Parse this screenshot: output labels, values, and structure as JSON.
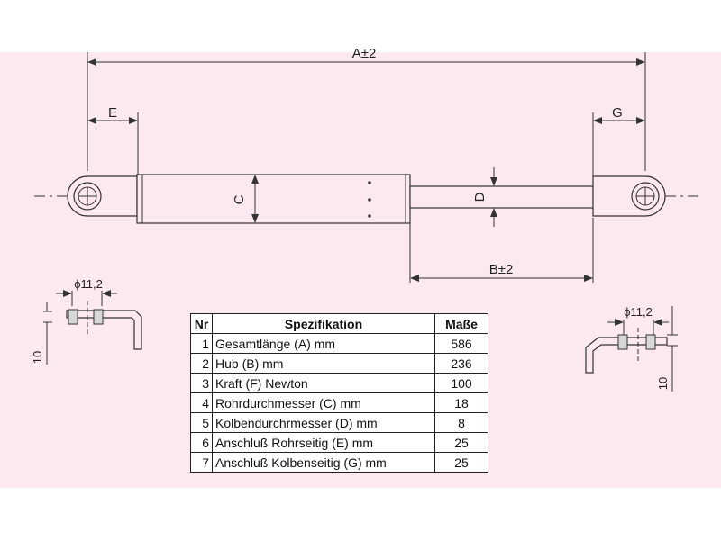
{
  "dimensions": {
    "overall": "A±2",
    "left_eye": "E",
    "right_eye": "G",
    "tube_diameter": "C",
    "rod_diameter": "D",
    "stroke": "B±2"
  },
  "details": {
    "left_hole": "ϕ11,2",
    "left_height": "10",
    "right_hole": "ϕ11,2",
    "right_height": "10"
  },
  "table": {
    "headers": {
      "nr": "Nr",
      "spec": "Spezifikation",
      "mass": "Maße"
    },
    "rows": [
      {
        "nr": "1",
        "spec": "Gesamtlänge (A) mm",
        "mass": "586"
      },
      {
        "nr": "2",
        "spec": "Hub (B)  mm",
        "mass": "236"
      },
      {
        "nr": "3",
        "spec": "Kraft (F) Newton",
        "mass": "100"
      },
      {
        "nr": "4",
        "spec": "Rohrdurchmesser (C) mm",
        "mass": "18"
      },
      {
        "nr": "5",
        "spec": "Kolbendurchrmesser (D) mm",
        "mass": "8"
      },
      {
        "nr": "6",
        "spec": "Anschluß Rohrseitig (E) mm",
        "mass": "25"
      },
      {
        "nr": "7",
        "spec": "Anschluß Kolbenseitig (G) mm",
        "mass": "25"
      }
    ]
  },
  "colors": {
    "background_band": "#fbe9ef",
    "line": "#333333"
  }
}
